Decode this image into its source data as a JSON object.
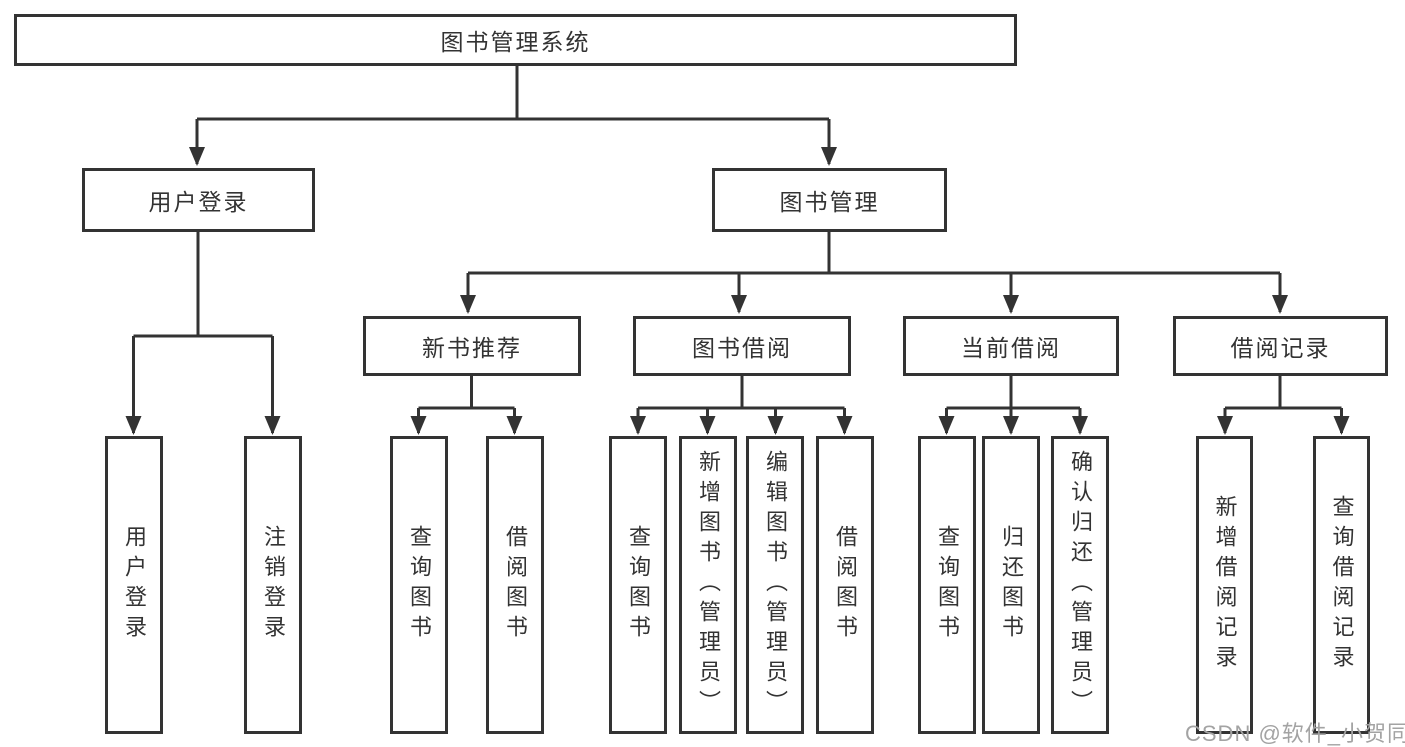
{
  "diagram": {
    "root": {
      "label": "图书管理系统"
    },
    "branches": [
      {
        "label": "用户登录",
        "children": [
          {
            "label": "用户登录"
          },
          {
            "label": "注销登录"
          }
        ]
      },
      {
        "label": "图书管理",
        "children": [
          {
            "label": "新书推荐",
            "children": [
              {
                "label": "查询图书"
              },
              {
                "label": "借阅图书"
              }
            ]
          },
          {
            "label": "图书借阅",
            "children": [
              {
                "label": "查询图书"
              },
              {
                "label": "新增图书（管理员）"
              },
              {
                "label": "编辑图书（管理员）"
              },
              {
                "label": "借阅图书"
              }
            ]
          },
          {
            "label": "当前借阅",
            "children": [
              {
                "label": "查询图书"
              },
              {
                "label": "归还图书"
              },
              {
                "label": "确认归还（管理员）"
              }
            ]
          },
          {
            "label": "借阅记录",
            "children": [
              {
                "label": "新增借阅记录"
              },
              {
                "label": "查询借阅记录"
              }
            ]
          }
        ]
      }
    ],
    "colors": {
      "line": "#333333",
      "box_border": "#333333",
      "text": "#333333",
      "background": "#ffffff",
      "watermark": "#a3a3a3"
    }
  },
  "watermark": {
    "text": "CSDN @软件_小贺同学"
  }
}
